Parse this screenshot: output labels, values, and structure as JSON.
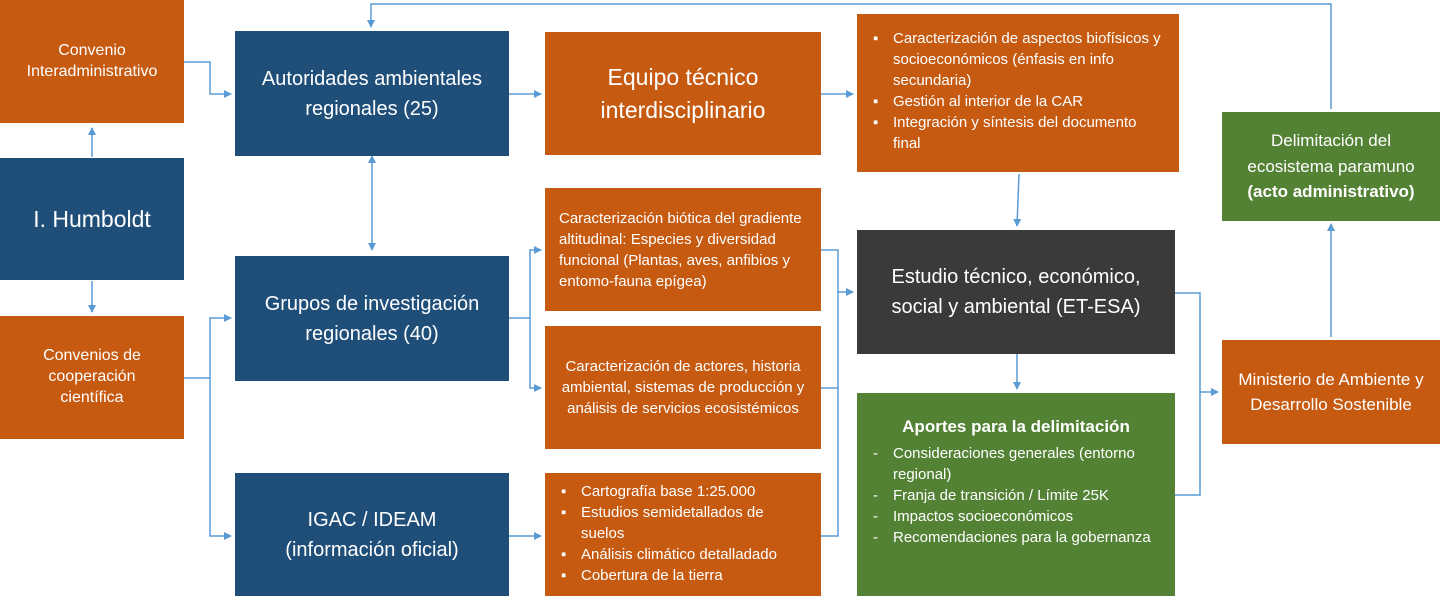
{
  "boxes": {
    "convenio_inter": "Convenio Interadministrativo",
    "humboldt": "I. Humboldt",
    "convenios_coop": "Convenios de cooperación científica",
    "autoridades": "Autoridades  ambientales regionales  (25)",
    "grupos": "Grupos de investigación regionales  (40)",
    "igac": "IGAC / IDEAM (información  oficial)",
    "equipo": "Equipo técnico interdisciplinario",
    "caract_biotica": "Caracterización biótica del gradiente altitudinal:  Especies y diversidad funcional (Plantas, aves, anfibios y entomo-fauna epígea)",
    "caract_actores": "Caracterización de actores, historia ambiental, sistemas de producción y análisis de servicios ecosistémicos",
    "estudio": "Estudio  técnico,  económico, social  y  ambiental  (ET-ESA)",
    "delimitacion_line1": "Delimitación del ecosistema paramuno",
    "delimitacion_line2": "(acto administrativo)",
    "ministerio": "Ministerio de Ambiente y Desarrollo Sostenible",
    "aportes_title": "Aportes para la delimitación"
  },
  "equipo_list": [
    "Caracterización de aspectos biofísicos y socioeconómicos (énfasis en info secundaria)",
    "Gestión al interior de la CAR",
    "Integración y síntesis del documento final"
  ],
  "igac_list": [
    "Cartografía base 1:25.000",
    "Estudios semidetallados de suelos",
    "Análisis climático detalladado",
    "Cobertura de la tierra"
  ],
  "aportes_list": [
    "Consideraciones generales (entorno regional)",
    "Franja de transición / Límite  25K",
    "Impactos socioeconómicos",
    "Recomendaciones para la gobernanza"
  ],
  "colors": {
    "orange": "#c65a11",
    "blue": "#1f4e79",
    "green": "#548235",
    "dark": "#3a3a3a",
    "connector": "#5b9bd5"
  }
}
